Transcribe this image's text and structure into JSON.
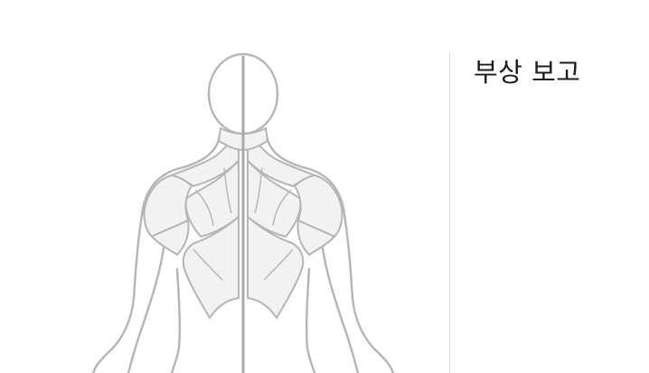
{
  "panel": {
    "title": "부상 보고"
  },
  "body_map": {
    "view": "back",
    "regions": [
      "neck",
      "trapezius-left",
      "trapezius-right",
      "rear-deltoid-left",
      "rear-deltoid-right",
      "upper-back-left",
      "upper-back-right",
      "lower-back-left",
      "lower-back-right"
    ]
  },
  "colors": {
    "outline": "#b5b5b5",
    "muscle_fill": "#f2f2f2",
    "divider": "#dcdcdc",
    "text": "#1b1b1b"
  }
}
